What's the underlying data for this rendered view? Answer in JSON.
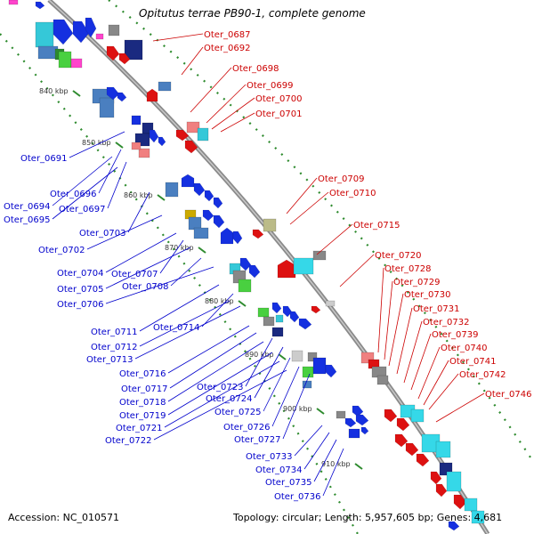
{
  "title": "Opitutus terrae PB90-1, complete genome",
  "footer": {
    "accession": "Accession: NC_010571",
    "topology": "Topology: circular; Length: 5,957,605 bp; Genes: 4,681"
  },
  "colors": {
    "backbone": "#8a8a8a",
    "dotted_ring": "#2e8b2e",
    "left_labels": "#0000cc",
    "right_labels": "#cc0000"
  },
  "kbp_ticks": [
    "840 kbp",
    "850 kbp",
    "860 kbp",
    "870 kbp",
    "880 kbp",
    "890 kbp",
    "900 kbp",
    "910 kbp"
  ],
  "right_labels": [
    "Oter_0687",
    "Oter_0692",
    "Oter_0698",
    "Oter_0699",
    "Oter_0700",
    "Oter_0701",
    "Oter_0709",
    "Oter_0710",
    "Oter_0715",
    "Oter_0720",
    "Oter_0728",
    "Oter_0729",
    "Oter_0730",
    "Oter_0731",
    "Oter_0732",
    "Oter_0739",
    "Oter_0740",
    "Oter_0741",
    "Oter_0742",
    "Oter_0746"
  ],
  "left_labels": [
    "Oter_0691",
    "Oter_0696",
    "Oter_0694",
    "Oter_0697",
    "Oter_0695",
    "Oter_0703",
    "Oter_0702",
    "Oter_0704",
    "Oter_0707",
    "Oter_0705",
    "Oter_0708",
    "Oter_0706",
    "Oter_0711",
    "Oter_0714",
    "Oter_0712",
    "Oter_0713",
    "Oter_0716",
    "Oter_0717",
    "Oter_0723",
    "Oter_0718",
    "Oter_0724",
    "Oter_0719",
    "Oter_0725",
    "Oter_0721",
    "Oter_0726",
    "Oter_0722",
    "Oter_0727",
    "Oter_0733",
    "Oter_0734",
    "Oter_0735",
    "Oter_0736"
  ]
}
